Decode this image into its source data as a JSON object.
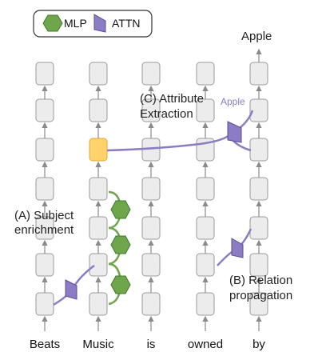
{
  "legend": {
    "mlp": "MLP",
    "attn": "ATTN"
  },
  "tokens": [
    "Beats",
    "Music",
    "is",
    "owned",
    "by"
  ],
  "output_token": "Apple",
  "labels": {
    "subject_line1": "(A) Subject",
    "subject_line2": "enrichment",
    "attribute_line1": "(C) Attribute",
    "attribute_line2": "Extraction",
    "attribute_value": "Apple",
    "relation_line1": "(B) Relation",
    "relation_line2": "propagation"
  },
  "colors": {
    "mlp": "#6fa54b",
    "mlp_stroke": "#3f7a2a",
    "attn": "#8b7cc4",
    "attn_stroke": "#5b4e94",
    "highlight": "#ffd36a",
    "node": "#ececec",
    "node_stroke": "#9a9a9a",
    "arrow": "#8a8a8a"
  }
}
